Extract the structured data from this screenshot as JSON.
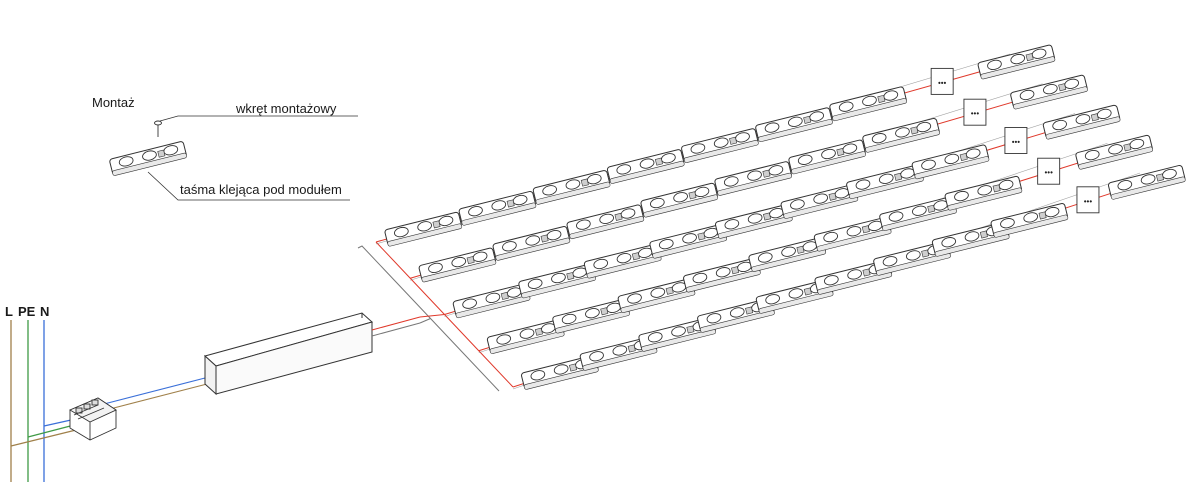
{
  "mounting": {
    "title": "Montaż",
    "screw_label": "wkręt montażowy",
    "tape_label": "taśma klejąca pod modułem"
  },
  "wires": {
    "L": "L",
    "PE": "PE",
    "N": "N"
  },
  "colors": {
    "L": "#a0804a",
    "PE": "#3f9a46",
    "N": "#3a6fd8",
    "red_wire": "#e0392b",
    "gray_wire": "#777777",
    "outline": "#333333"
  },
  "gap_marker": "•••",
  "rows": [
    {
      "visible_modules": 10,
      "has_gap": true
    },
    {
      "visible_modules": 9,
      "has_gap": true
    },
    {
      "visible_modules": 9,
      "has_gap": true
    },
    {
      "visible_modules": 8,
      "has_gap": true
    },
    {
      "visible_modules": 8,
      "has_gap": true
    }
  ]
}
